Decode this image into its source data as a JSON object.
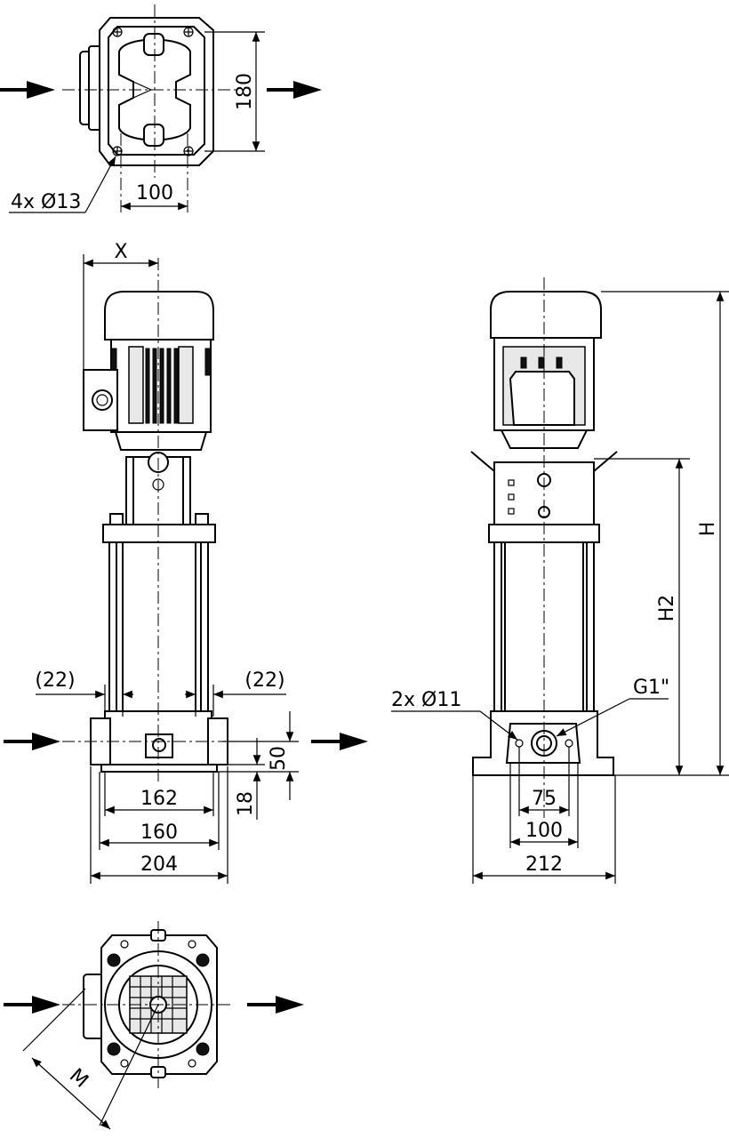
{
  "top_view": {
    "dim_width": "180",
    "dim_holes_spacing": "100",
    "holes_label": "4x Ø13"
  },
  "front_view": {
    "dim_x": "X",
    "dim_gap_left": "(22)",
    "dim_gap_right": "(22)",
    "dim_50": "50",
    "dim_18": "18",
    "dim_162": "162",
    "dim_160": "160",
    "dim_204": "204"
  },
  "side_view": {
    "dim_h": "H",
    "dim_h2": "H2",
    "holes_label": "2x Ø11",
    "thread_label": "G1\"",
    "dim_75": "75",
    "dim_100": "100",
    "dim_212": "212"
  },
  "bottom_view": {
    "dim_m": "M"
  }
}
